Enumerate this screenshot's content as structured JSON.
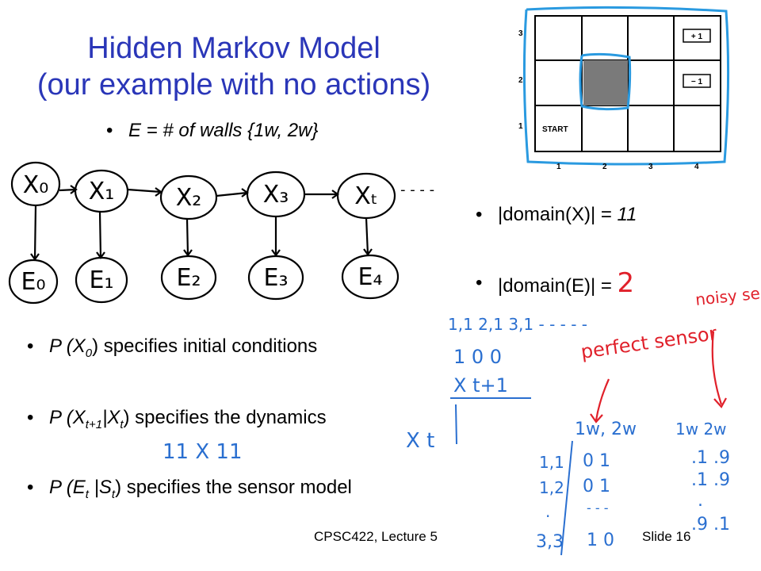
{
  "slide": {
    "title_line1": "Hidden Markov Model",
    "title_line2": "(our example with no actions)",
    "bullet_evidence": "E = # of walls  {1w, 2w}",
    "domain_x_label": "|domain(X)| = ",
    "domain_x_value": "11",
    "domain_e_label": "|domain(E)| = ",
    "domain_e_value": "2",
    "b1_prefix": "P (X",
    "b1_sub": "0",
    "b1_suffix": ") specifies initial conditions",
    "b2_prefix": "P (X",
    "b2_sub1": "t+1",
    "b2_mid": "|X",
    "b2_sub2": "t",
    "b2_suffix": ") specifies the dynamics",
    "b3_prefix": "P (E",
    "b3_sub1": "t",
    "b3_mid": " |S",
    "b3_sub2": "t",
    "b3_suffix": ") specifies the sensor model",
    "footer_left": "CPSC422, Lecture 5",
    "footer_right": "Slide 16"
  },
  "grid": {
    "row_labels": [
      "3",
      "2",
      "1"
    ],
    "col_labels": [
      "1",
      "2",
      "3",
      "4"
    ],
    "start_label": "START",
    "plus_label": "+ 1",
    "minus_label": "− 1"
  },
  "handwriting": {
    "hmm_states": [
      "X₀",
      "X₁",
      "X₂",
      "X₃",
      "Xₜ"
    ],
    "hmm_evidence": [
      "E₀",
      "E₁",
      "E₂",
      "E₃",
      "E₄"
    ],
    "chain_continuation": "- - - -",
    "dims": "11 X 11",
    "x_t1": "X t+1",
    "x_t": "X t",
    "state_row": "1,1   2,1   3,1  - - - - -",
    "state_row_vals": "1    0    0",
    "perfect_sensor": "perfect sensor",
    "noisy_sensor": "noisy sensor",
    "perfect_header": "1w, 2w",
    "noisy_header": "1w 2w",
    "row_labels": [
      "1,1",
      "1,2",
      ".",
      "3,3"
    ],
    "perfect_rows": [
      "0    1",
      "0    1",
      "- - -",
      "1    0"
    ],
    "noisy_rows": [
      ".1  .9",
      ".1  .9",
      ".",
      ".9  .1"
    ]
  }
}
